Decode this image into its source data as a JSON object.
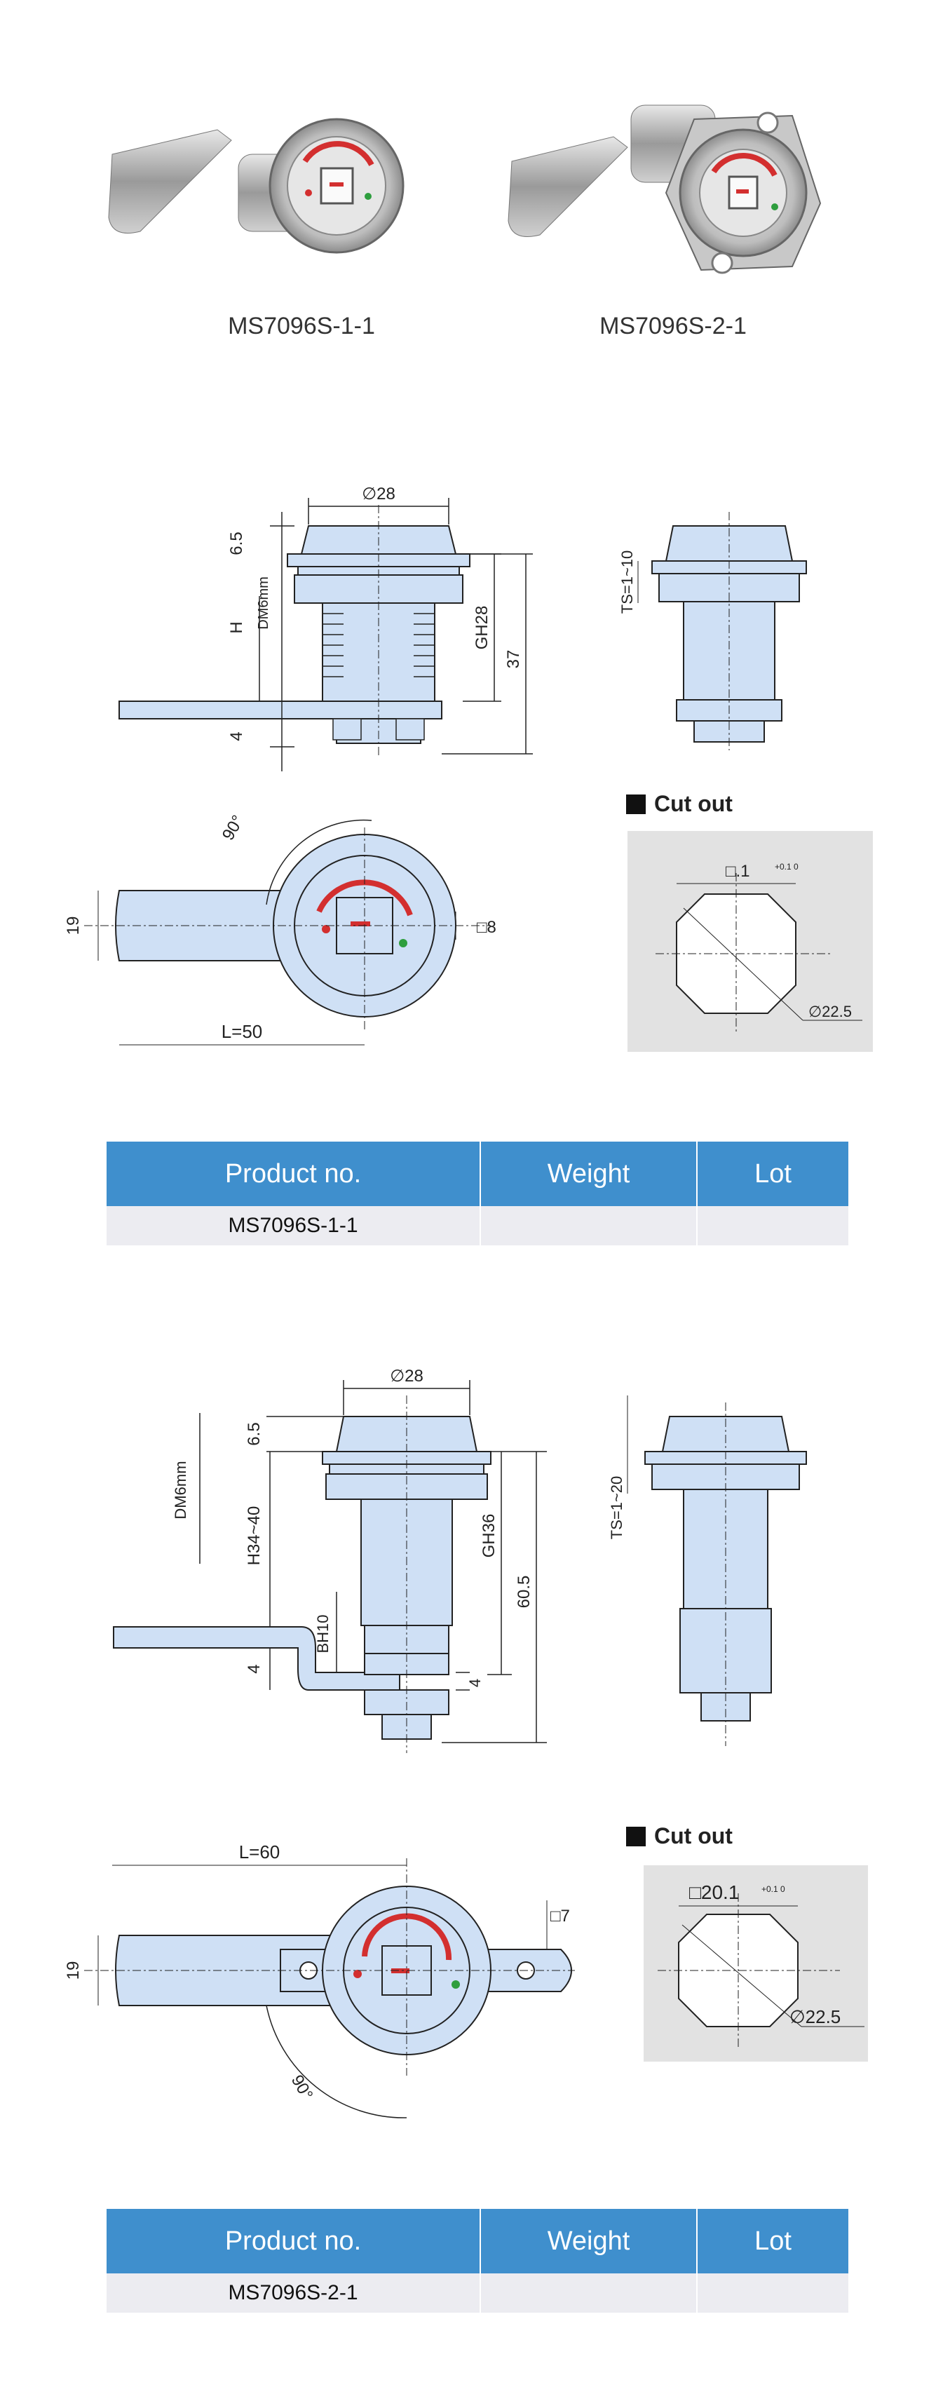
{
  "products": [
    {
      "caption": "MS7096S-1-1"
    },
    {
      "caption": "MS7096S-2-1"
    }
  ],
  "drawing1": {
    "dia": "∅28",
    "top_h": "6.5",
    "h": "H",
    "dm": "DM6mm",
    "gh": "GH28",
    "total": "37",
    "bottom": "4",
    "ts": "TS=1~10",
    "angle": "90°",
    "width": "19",
    "sq": "□8",
    "length": "L=50"
  },
  "cutout1": {
    "title": "Cut out",
    "sq": "□.1",
    "tol": "+0.1 0",
    "dia": "∅22.5"
  },
  "drawing2": {
    "dia": "∅28",
    "top_h": "6.5",
    "dm": "DM6mm",
    "h": "H34~40",
    "bh": "BH10",
    "gh": "GH36",
    "total": "60.5",
    "bottom": "4",
    "side4": "4",
    "ts": "TS=1~20",
    "length": "L=60",
    "sq": "□7",
    "width": "19",
    "angle": "90°"
  },
  "cutout2": {
    "title": "Cut out",
    "sq": "□20.1",
    "tol": "+0.1 0",
    "dia": "∅22.5"
  },
  "table1": {
    "headers": [
      "Product no.",
      "Weight",
      "Lot"
    ],
    "row": [
      "MS7096S-1-1",
      "",
      ""
    ]
  },
  "table2": {
    "headers": [
      "Product no.",
      "Weight",
      "Lot"
    ],
    "row": [
      "MS7096S-2-1",
      "",
      ""
    ]
  },
  "colors": {
    "part_fill": "#cfe0f5",
    "header_blue": "#3f8fcd",
    "row_bg": "#ececf1",
    "cutout_bg": "#e2e2e2",
    "red": "#d32f2f",
    "green": "#2e9e3e"
  }
}
